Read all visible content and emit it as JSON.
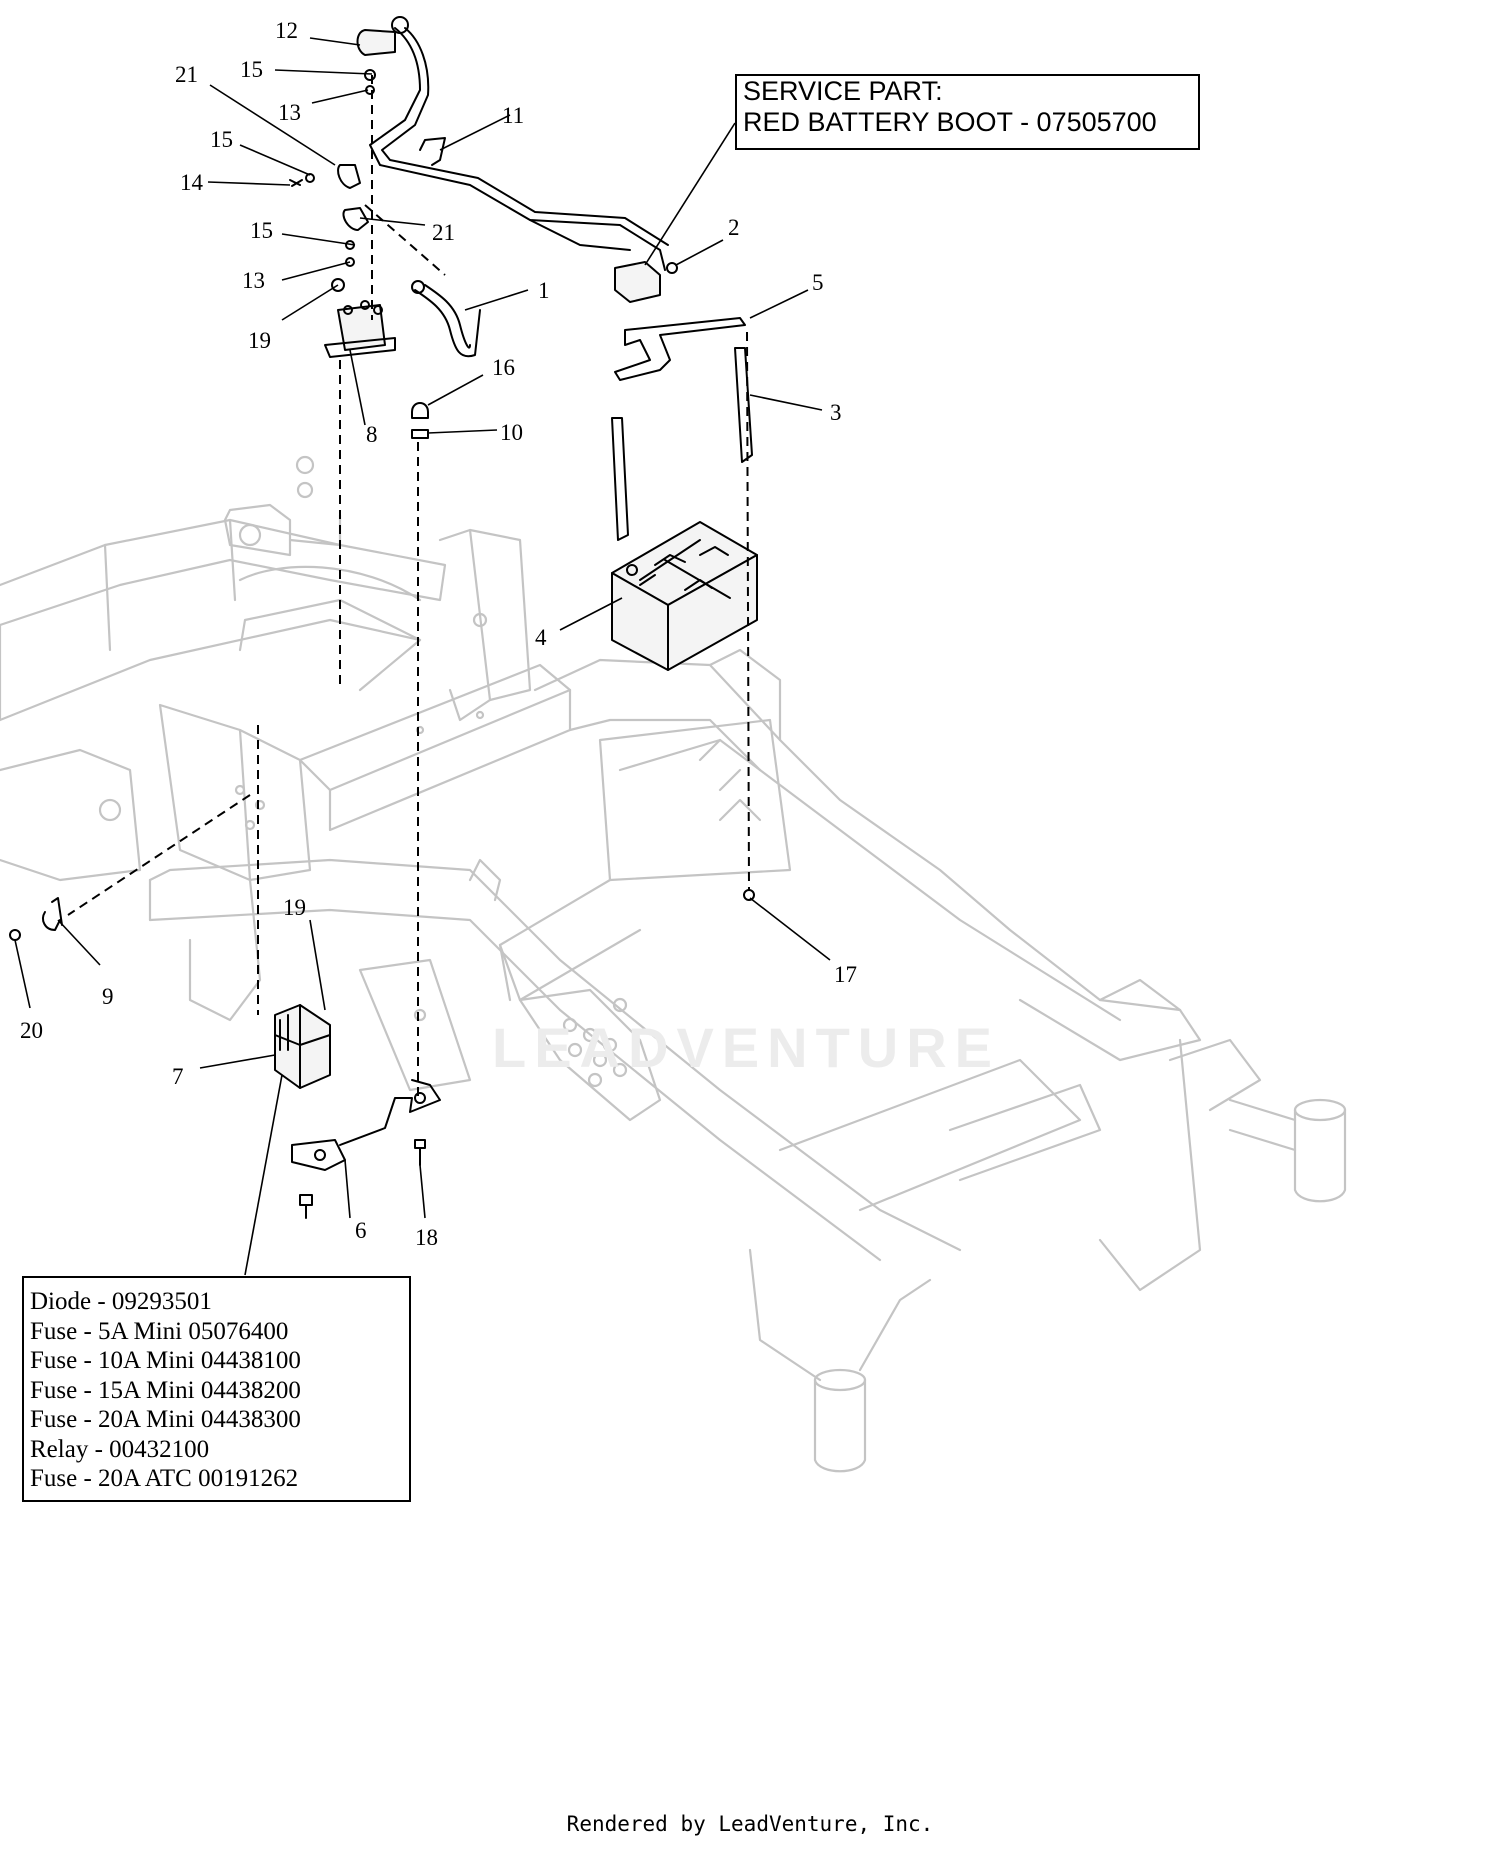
{
  "service_note": {
    "line1": "SERVICE PART:",
    "line2": "RED BATTERY BOOT - 07505700"
  },
  "parts_list": [
    "Diode - 09293501",
    "Fuse - 5A Mini 05076400",
    "Fuse - 10A Mini 04438100",
    "Fuse - 15A Mini 04438200",
    "Fuse - 20A Mini 04438300",
    "Relay - 00432100",
    "Fuse - 20A ATC 00191262"
  ],
  "watermark": "LEADVENTURE",
  "footer": "Rendered by LeadVenture, Inc.",
  "callouts": {
    "c1": "1",
    "c2": "2",
    "c3": "3",
    "c4": "4",
    "c5": "5",
    "c6": "6",
    "c7": "7",
    "c8": "8",
    "c9": "9",
    "c10": "10",
    "c11": "11",
    "c12": "12",
    "c13a": "13",
    "c13b": "13",
    "c14": "14",
    "c15a": "15",
    "c15b": "15",
    "c15c": "15",
    "c16": "16",
    "c17": "17",
    "c18": "18",
    "c19a": "19",
    "c19b": "19",
    "c20": "20",
    "c21a": "21",
    "c21b": "21"
  }
}
